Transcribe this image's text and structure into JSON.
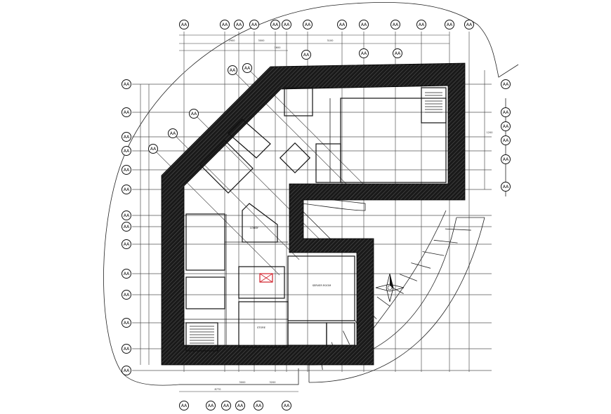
{
  "grid_bubble_label": "AA",
  "dimension_labels": [
    "2900",
    "3000",
    "1600",
    "3100",
    "8770",
    "3000",
    "3200",
    "1200"
  ],
  "room_labels": {
    "main_hall": "",
    "server_room": "SERVER ROOM",
    "office": "",
    "store": "STORE",
    "lobby": "LOBBY"
  },
  "colors": {
    "wall_fill": "#1a1a1a",
    "line": "#111111",
    "highlight": "#d0202a"
  },
  "icons": {
    "compass": "north-arrow-icon",
    "stair": "stair-icon",
    "lift": "lift-icon"
  }
}
